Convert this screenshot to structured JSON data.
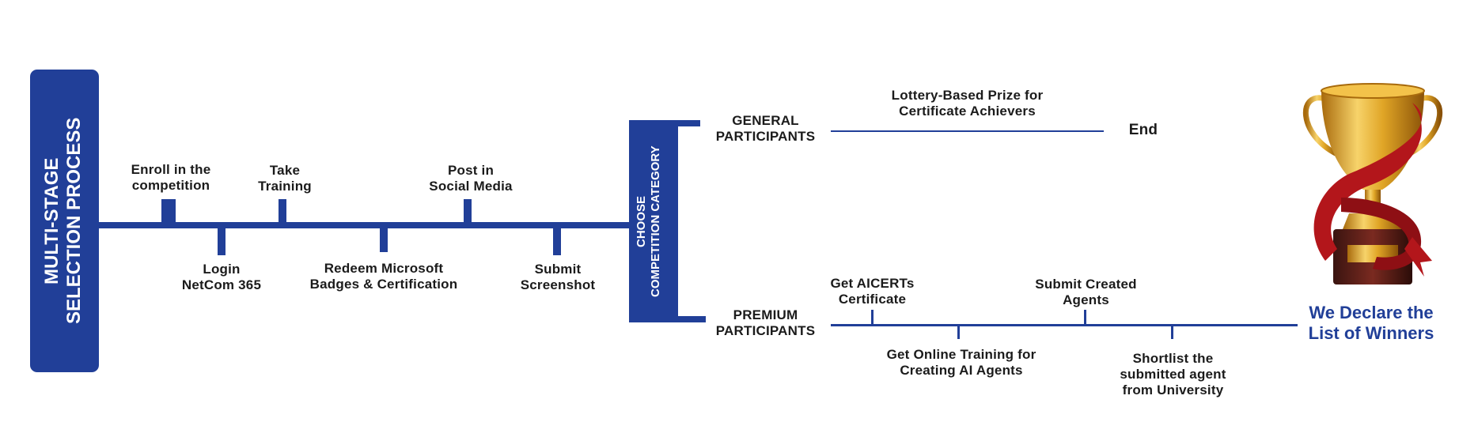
{
  "sidebar_title": "MULTI-STAGE\nSELECTION PROCESS",
  "category_box": "CHOOSE\nCOMPETITION CATEGORY",
  "main_steps_above": [
    "Enroll in the\ncompetition",
    "Take\nTraining",
    "Post in\nSocial Media"
  ],
  "main_steps_below": [
    "Login\nNetCom 365",
    "Redeem Microsoft\nBadges & Certification",
    "Submit\nScreenshot"
  ],
  "general": {
    "label": "GENERAL\nPARTICIPANTS",
    "prize": "Lottery-Based Prize for\nCertificate Achievers",
    "end": "End"
  },
  "premium": {
    "label": "PREMIUM\nPARTICIPANTS",
    "steps_above": [
      "Get AICERTs\nCertificate",
      "Submit Created\nAgents"
    ],
    "steps_below": [
      "Get Online Training for\nCreating AI Agents",
      "Shortlist the\nsubmitted agent\nfrom University"
    ]
  },
  "winners": "We Declare the\nList of Winners",
  "trophy_icon": "trophy-icon",
  "colors": {
    "navy": "#213f98",
    "text": "#1b1b1b",
    "gold": "#e0a526",
    "ribbon": "#b3161b"
  }
}
